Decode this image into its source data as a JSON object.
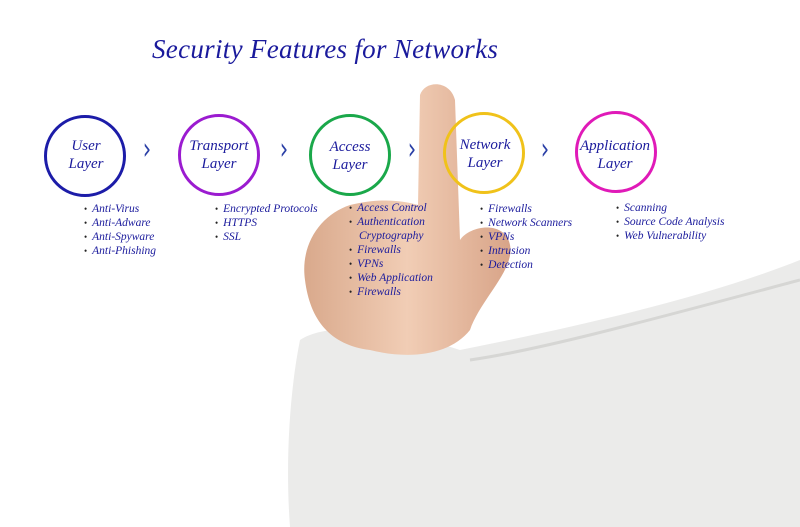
{
  "title": "Security Features for Networks",
  "colors": {
    "text": "#1a1a9c",
    "arrow": "#2a3fa6",
    "user": "#1c1ca8",
    "transport": "#9b1bd0",
    "access": "#1aa84a",
    "network": "#f0c21a",
    "application": "#e01ab8"
  },
  "layers": [
    {
      "line1": "User",
      "line2": "Layer",
      "items": [
        "Anti-Virus",
        "Anti-Adware",
        "Anti-Spyware",
        "Anti-Phishing"
      ]
    },
    {
      "line1": "Transport",
      "line2": "Layer",
      "items": [
        "Encrypted Protocols",
        "HTTPS",
        "SSL"
      ]
    },
    {
      "line1": "Access",
      "line2": "Layer",
      "items": [
        "Access Control",
        "Authentication",
        "Cryptography",
        "Firewalls",
        "VPNs",
        "Web Application",
        "Firewalls"
      ]
    },
    {
      "line1": "Network",
      "line2": "Layer",
      "items": [
        "Firewalls",
        "Network Scanners",
        "VPNs",
        "Intrusion",
        "Detection"
      ]
    },
    {
      "line1": "Application",
      "line2": "Layer",
      "items": [
        "Scanning",
        "Source Code Analysis",
        "Web Vulnerability"
      ]
    }
  ],
  "arrow_glyph": "›"
}
